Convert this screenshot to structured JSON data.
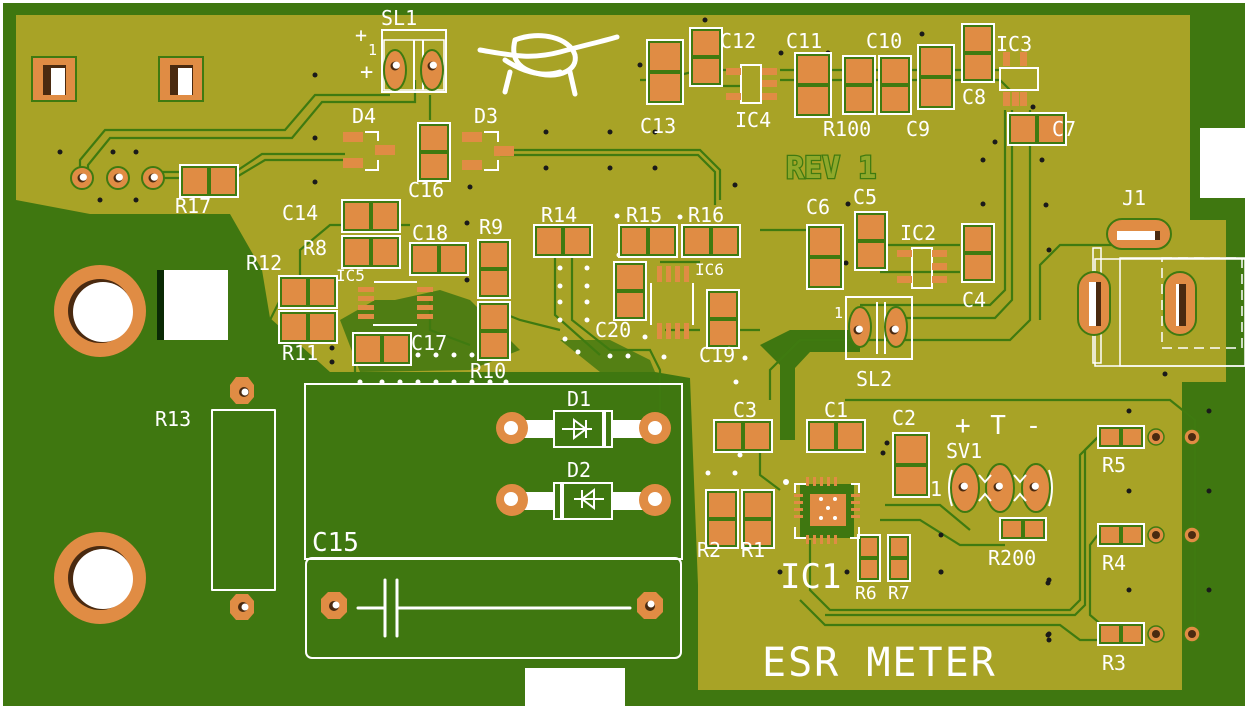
{
  "board": {
    "title": "ESR METER",
    "revision": "REV 1",
    "colors": {
      "substrate": "#3f7710",
      "copper_pour": "#a8a326",
      "copper_pad": "#e08c44",
      "silkscreen": "#ffffff",
      "drill": "#ffffff",
      "drill_shadow": "#4a2a10",
      "trace_outline": "#3f7a10",
      "via": "#1a1a1a"
    }
  },
  "components": {
    "smd_resistors": [
      {
        "ref": "R1"
      },
      {
        "ref": "R2"
      },
      {
        "ref": "R3"
      },
      {
        "ref": "R4"
      },
      {
        "ref": "R5"
      },
      {
        "ref": "R6"
      },
      {
        "ref": "R7"
      },
      {
        "ref": "R8"
      },
      {
        "ref": "R9"
      },
      {
        "ref": "R10"
      },
      {
        "ref": "R11"
      },
      {
        "ref": "R12"
      },
      {
        "ref": "R14"
      },
      {
        "ref": "R15"
      },
      {
        "ref": "R16"
      },
      {
        "ref": "R17"
      },
      {
        "ref": "R100"
      },
      {
        "ref": "R200"
      }
    ],
    "smd_capacitors": [
      {
        "ref": "C1"
      },
      {
        "ref": "C2"
      },
      {
        "ref": "C3"
      },
      {
        "ref": "C4"
      },
      {
        "ref": "C5"
      },
      {
        "ref": "C6"
      },
      {
        "ref": "C7"
      },
      {
        "ref": "C8"
      },
      {
        "ref": "C9"
      },
      {
        "ref": "C10"
      },
      {
        "ref": "C11"
      },
      {
        "ref": "C12"
      },
      {
        "ref": "C13"
      },
      {
        "ref": "C14"
      },
      {
        "ref": "C16"
      },
      {
        "ref": "C17"
      },
      {
        "ref": "C18"
      },
      {
        "ref": "C19"
      },
      {
        "ref": "C20"
      }
    ],
    "ics": [
      {
        "ref": "IC1"
      },
      {
        "ref": "IC2"
      },
      {
        "ref": "IC3"
      },
      {
        "ref": "IC4"
      },
      {
        "ref": "IC5"
      },
      {
        "ref": "IC6"
      }
    ],
    "diodes": [
      {
        "ref": "D1"
      },
      {
        "ref": "D2"
      },
      {
        "ref": "D3"
      },
      {
        "ref": "D4"
      }
    ],
    "connectors": [
      {
        "ref": "SL1",
        "pin1_mark": "1",
        "polarity": "+"
      },
      {
        "ref": "SL2",
        "pin1_mark": "1"
      },
      {
        "ref": "SV1",
        "pin1_mark": "1",
        "pin_labels": "+ T -"
      },
      {
        "ref": "J1"
      }
    ],
    "through_hole": [
      {
        "ref": "R13"
      },
      {
        "ref": "C15"
      }
    ]
  },
  "labels": {
    "SL1": "SL1",
    "SL1_plus_top": "+",
    "SL1_one": "1",
    "SL1_plus": "+",
    "SL2": "SL2",
    "SL2_one": "1",
    "SV1": "SV1",
    "SV1_one": "1",
    "SV1_pins": "+ T -",
    "J1": "J1",
    "IC1": "IC1",
    "IC2": "IC2",
    "IC3": "IC3",
    "IC4": "IC4",
    "IC5": "IC5",
    "IC6": "IC6",
    "D1": "D1",
    "D2": "D2",
    "D3": "D3",
    "D4": "D4",
    "R1": "R1",
    "R2": "R2",
    "R3": "R3",
    "R4": "R4",
    "R5": "R5",
    "R6": "R6",
    "R7": "R7",
    "R8": "R8",
    "R9": "R9",
    "R10": "R10",
    "R11": "R11",
    "R12": "R12",
    "R13": "R13",
    "R14": "R14",
    "R15": "R15",
    "R16": "R16",
    "R17": "R17",
    "R100": "R100",
    "R200": "R200",
    "C1": "C1",
    "C2": "C2",
    "C3": "C3",
    "C4": "C4",
    "C5": "C5",
    "C6": "C6",
    "C7": "C7",
    "C8": "C8",
    "C9": "C9",
    "C10": "C10",
    "C11": "C11",
    "C12": "C12",
    "C13": "C13",
    "C14": "C14",
    "C15": "C15",
    "C16": "C16",
    "C17": "C17",
    "C18": "C18",
    "C19": "C19",
    "C20": "C20"
  }
}
